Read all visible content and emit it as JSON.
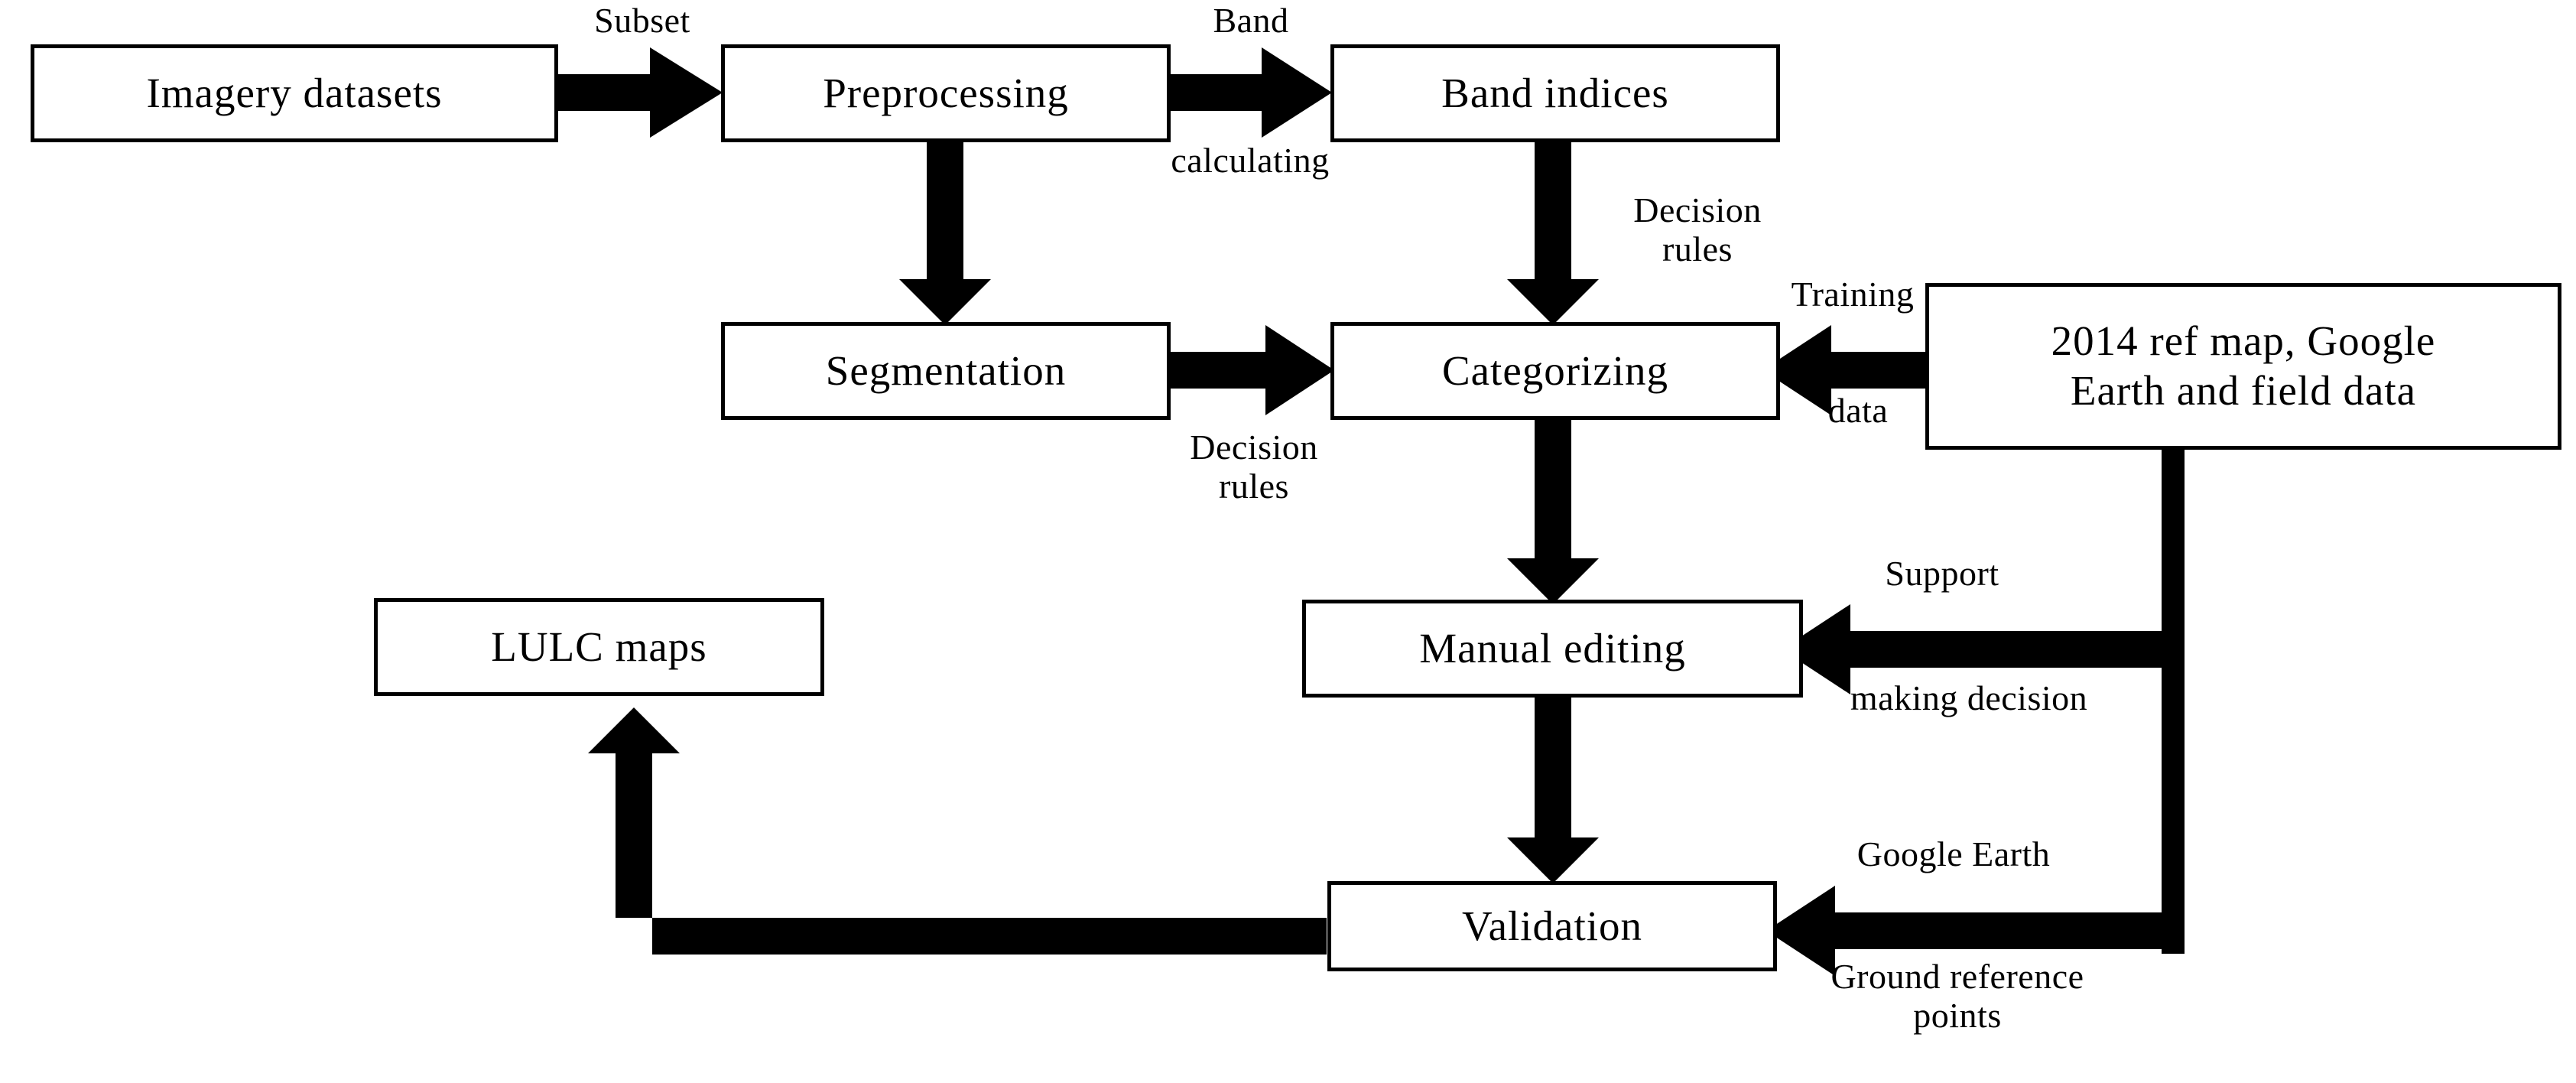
{
  "diagram": {
    "title": "LULC classification workflow flowchart",
    "background_color": "#ffffff",
    "stroke_color": "#000000",
    "nodes": [
      {
        "id": "imagery-datasets",
        "label": "Imagery  datasets"
      },
      {
        "id": "preprocessing",
        "label": "Preprocessing"
      },
      {
        "id": "band-indices",
        "label": "Band indices"
      },
      {
        "id": "segmentation",
        "label": "Segmentation"
      },
      {
        "id": "categorizing",
        "label": "Categorizing"
      },
      {
        "id": "reference-data",
        "label": "2014 ref map, Google\nEarth and field data"
      },
      {
        "id": "manual-editing",
        "label": "Manual  editing"
      },
      {
        "id": "validation",
        "label": "Validation"
      },
      {
        "id": "lulc-maps",
        "label": "LULC  maps"
      }
    ],
    "edge_labels": [
      {
        "id": "subset",
        "text": "Subset"
      },
      {
        "id": "band-calculating-top",
        "text": "Band"
      },
      {
        "id": "band-calculating-bottom",
        "text": "calculating"
      },
      {
        "id": "decision-rules-right",
        "text": "Decision\nrules"
      },
      {
        "id": "decision-rules-mid",
        "text": "Decision\nrules"
      },
      {
        "id": "training-data-top",
        "text": "Training"
      },
      {
        "id": "training-data-bottom",
        "text": "data"
      },
      {
        "id": "support-making-decision-top",
        "text": "Support"
      },
      {
        "id": "support-making-decision-bottom",
        "text": "making  decision"
      },
      {
        "id": "google-earth",
        "text": "Google Earth"
      },
      {
        "id": "ground-reference-points",
        "text": "Ground reference\npoints"
      }
    ],
    "edges": [
      {
        "from": "imagery-datasets",
        "to": "preprocessing",
        "label": "Subset",
        "direction": "right"
      },
      {
        "from": "preprocessing",
        "to": "band-indices",
        "label": "Band calculating",
        "direction": "right"
      },
      {
        "from": "preprocessing",
        "to": "segmentation",
        "label": "",
        "direction": "down"
      },
      {
        "from": "band-indices",
        "to": "categorizing",
        "label": "Decision rules",
        "direction": "down"
      },
      {
        "from": "segmentation",
        "to": "categorizing",
        "label": "Decision rules",
        "direction": "right"
      },
      {
        "from": "reference-data",
        "to": "categorizing",
        "label": "Training data",
        "direction": "left"
      },
      {
        "from": "categorizing",
        "to": "manual-editing",
        "label": "",
        "direction": "down"
      },
      {
        "from": "reference-data",
        "to": "manual-editing",
        "label": "Support making decision",
        "direction": "left"
      },
      {
        "from": "manual-editing",
        "to": "validation",
        "label": "",
        "direction": "down"
      },
      {
        "from": "reference-data",
        "to": "validation",
        "label": "Google Earth Ground reference points",
        "direction": "left"
      },
      {
        "from": "validation",
        "to": "lulc-maps",
        "label": "",
        "direction": "up-left"
      }
    ]
  }
}
